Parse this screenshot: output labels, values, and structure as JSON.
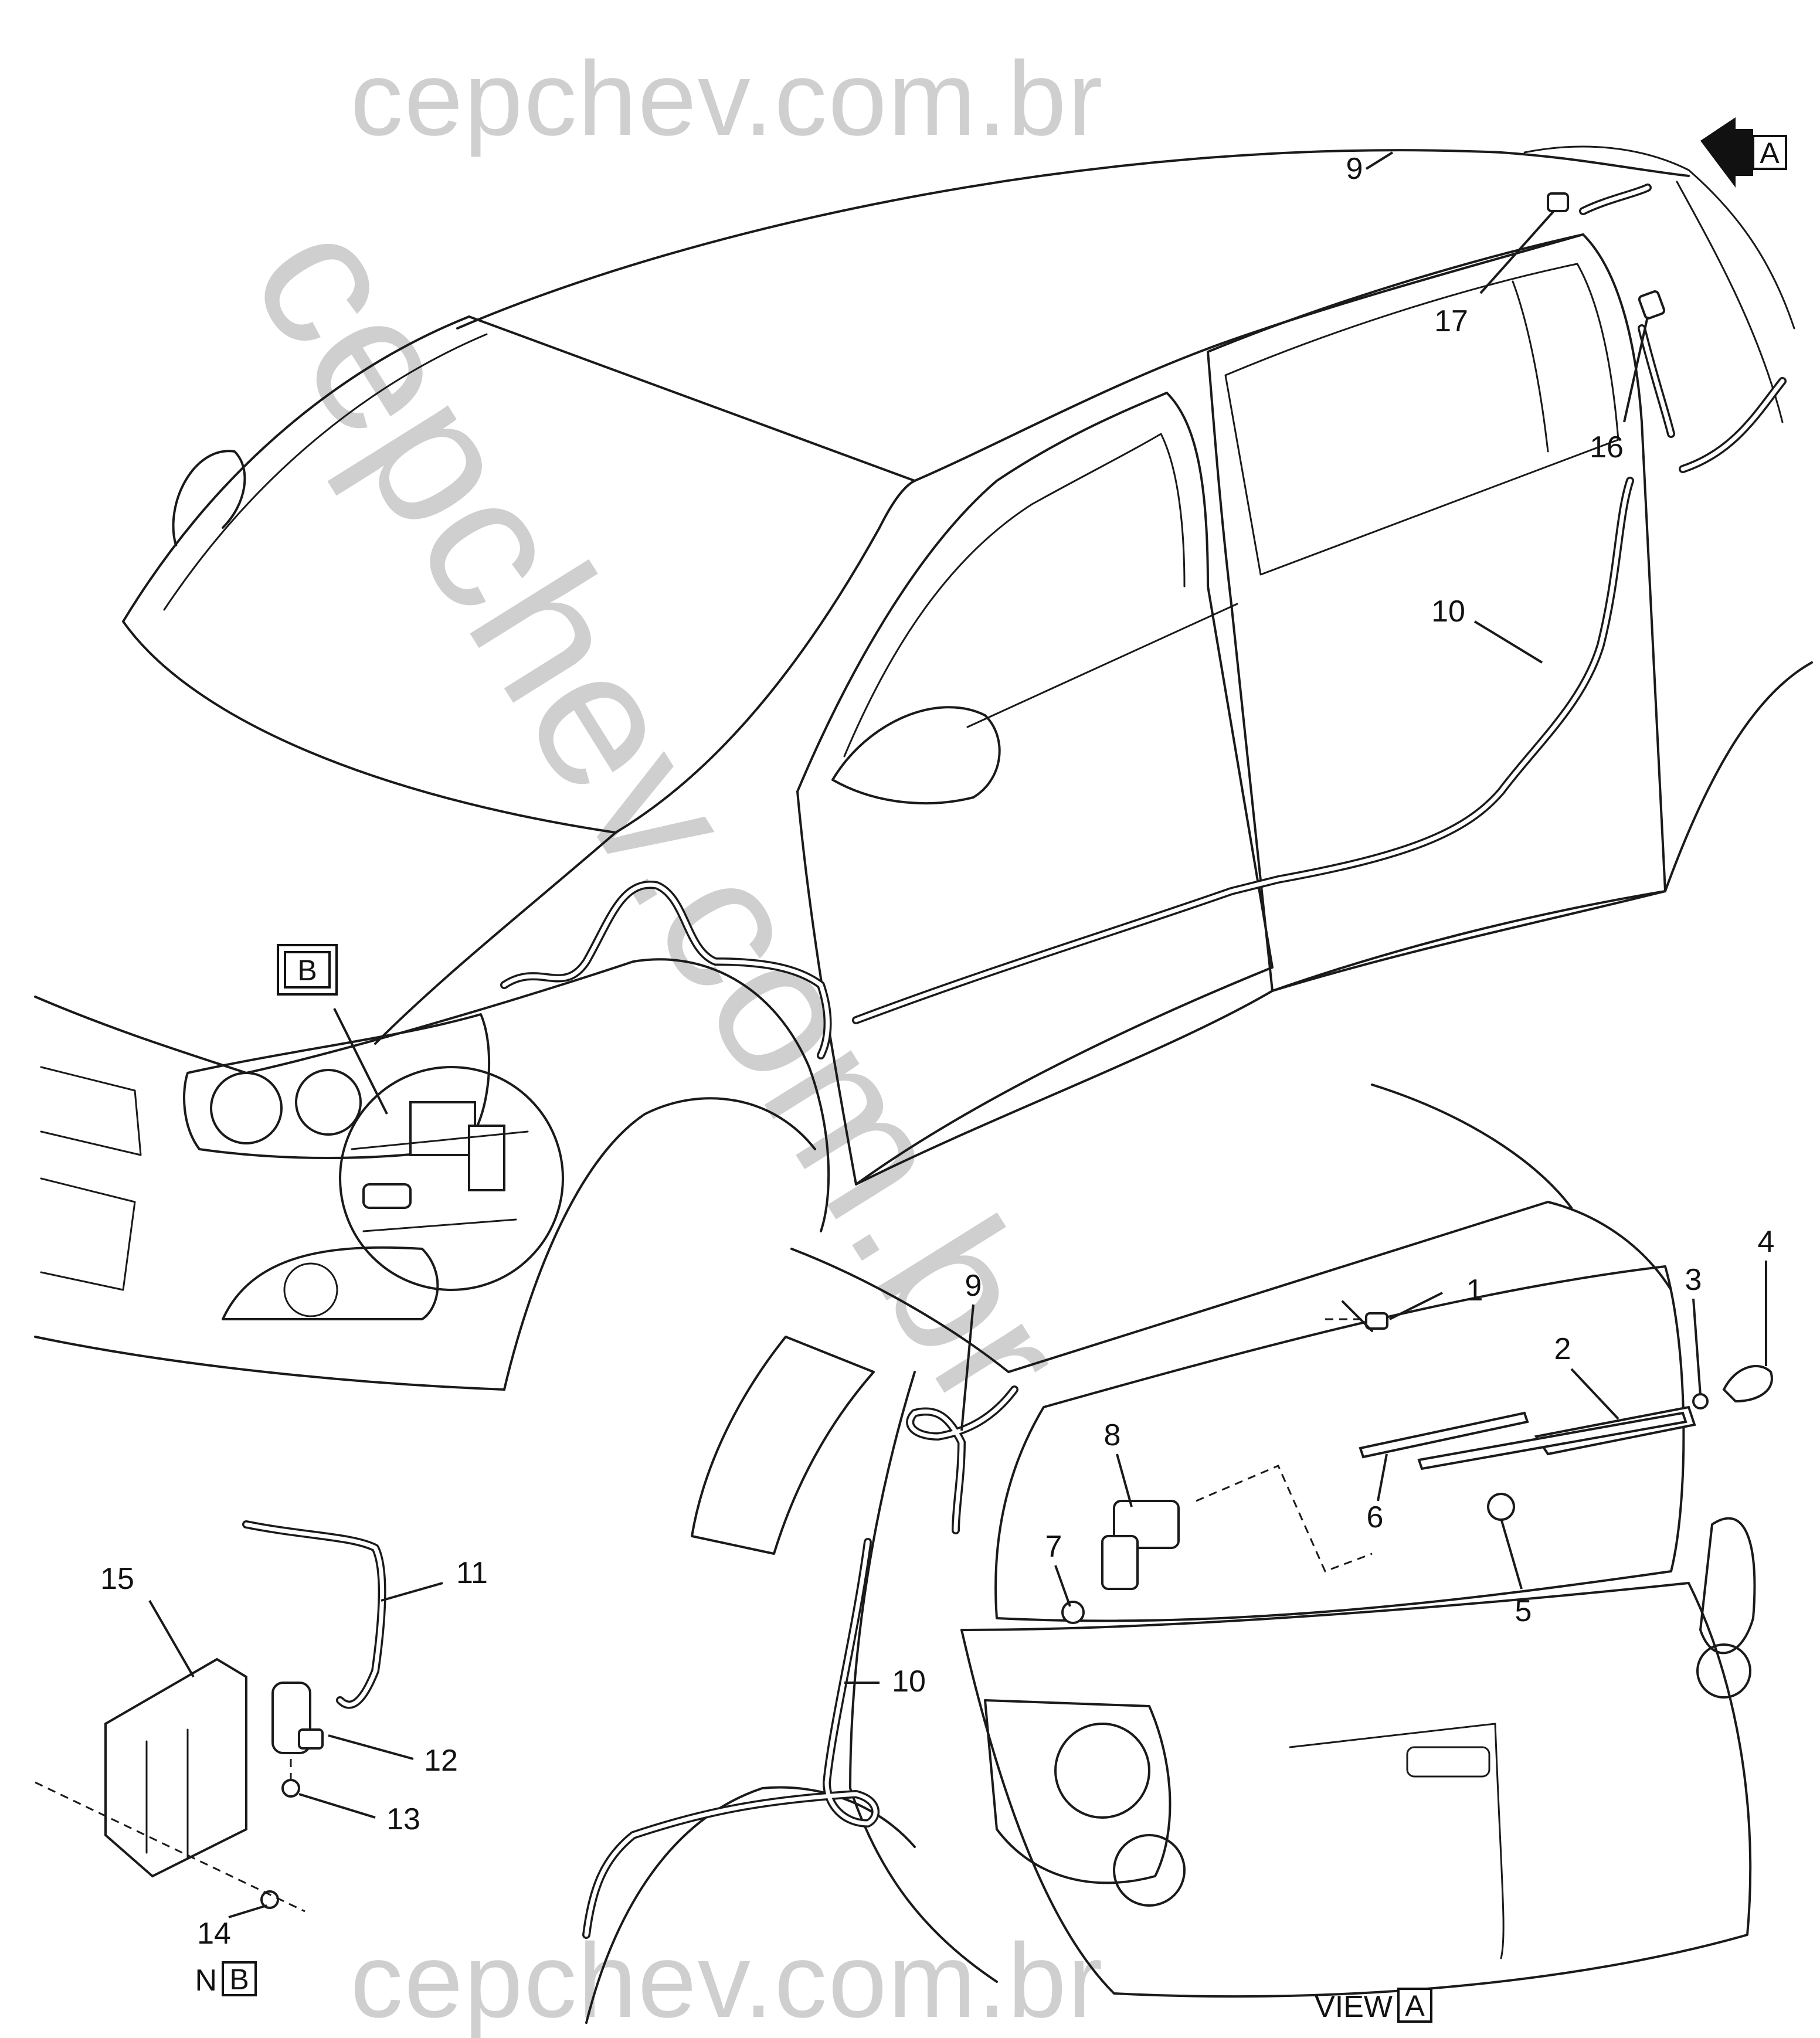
{
  "watermark": {
    "top": "cepchev.com.br",
    "bottom": "cepchev.com.br",
    "diagonal": "cepchev.com.br"
  },
  "callouts": [
    {
      "id": "c1",
      "text": "1"
    },
    {
      "id": "c2",
      "text": "2"
    },
    {
      "id": "c3",
      "text": "3"
    },
    {
      "id": "c4",
      "text": "4"
    },
    {
      "id": "c5",
      "text": "5"
    },
    {
      "id": "c6",
      "text": "6"
    },
    {
      "id": "c7",
      "text": "7"
    },
    {
      "id": "c8",
      "text": "8"
    },
    {
      "id": "c9a",
      "text": "9"
    },
    {
      "id": "c9b",
      "text": "9"
    },
    {
      "id": "c10a",
      "text": "10"
    },
    {
      "id": "c10b",
      "text": "10"
    },
    {
      "id": "c11",
      "text": "11"
    },
    {
      "id": "c12",
      "text": "12"
    },
    {
      "id": "c13",
      "text": "13"
    },
    {
      "id": "c14",
      "text": "14"
    },
    {
      "id": "c15",
      "text": "15"
    },
    {
      "id": "c16",
      "text": "16"
    },
    {
      "id": "c17",
      "text": "17"
    }
  ],
  "view_refs": {
    "a_arrow_box": "A",
    "b_box": "B",
    "view_a_prefix": "VIEW",
    "view_a_box": "A",
    "view_b_prefix": "N",
    "view_b_box": "B"
  }
}
